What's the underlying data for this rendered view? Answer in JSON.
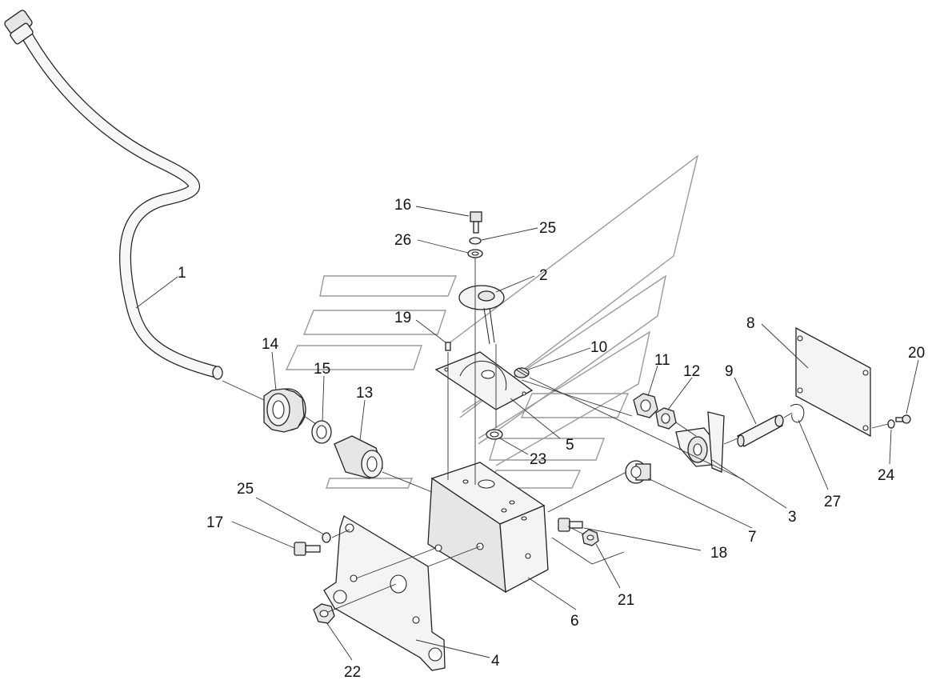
{
  "callouts": [
    {
      "id": "1",
      "text": "1"
    },
    {
      "id": "2",
      "text": "2"
    },
    {
      "id": "3",
      "text": "3"
    },
    {
      "id": "4",
      "text": "4"
    },
    {
      "id": "5",
      "text": "5"
    },
    {
      "id": "6",
      "text": "6"
    },
    {
      "id": "7",
      "text": "7"
    },
    {
      "id": "8",
      "text": "8"
    },
    {
      "id": "9",
      "text": "9"
    },
    {
      "id": "10",
      "text": "10"
    },
    {
      "id": "11",
      "text": "11"
    },
    {
      "id": "12",
      "text": "12"
    },
    {
      "id": "13",
      "text": "13"
    },
    {
      "id": "14",
      "text": "14"
    },
    {
      "id": "15",
      "text": "15"
    },
    {
      "id": "16",
      "text": "16"
    },
    {
      "id": "17",
      "text": "17"
    },
    {
      "id": "18",
      "text": "18"
    },
    {
      "id": "19",
      "text": "19"
    },
    {
      "id": "20",
      "text": "20"
    },
    {
      "id": "21",
      "text": "21"
    },
    {
      "id": "22",
      "text": "22"
    },
    {
      "id": "23",
      "text": "23"
    },
    {
      "id": "24",
      "text": "24"
    },
    {
      "id": "25a",
      "text": "25"
    },
    {
      "id": "25b",
      "text": "25"
    },
    {
      "id": "26",
      "text": "26"
    },
    {
      "id": "27",
      "text": "27"
    }
  ]
}
